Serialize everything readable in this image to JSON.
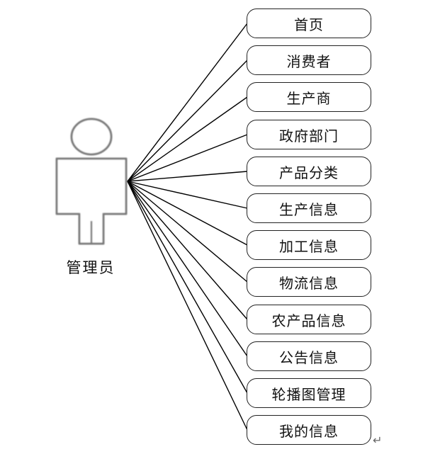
{
  "actor": {
    "label": "管理员"
  },
  "use_cases": [
    {
      "label": "首页"
    },
    {
      "label": "消费者"
    },
    {
      "label": "生产商"
    },
    {
      "label": "政府部门"
    },
    {
      "label": "产品分类"
    },
    {
      "label": "生产信息"
    },
    {
      "label": "加工信息"
    },
    {
      "label": "物流信息"
    },
    {
      "label": "农产品信息"
    },
    {
      "label": "公告信息"
    },
    {
      "label": "轮播图管理"
    },
    {
      "label": "我的信息"
    }
  ],
  "colors": {
    "line": "#000000",
    "box_border": "#222222",
    "actor_stroke": "#7a7a7a"
  },
  "icons": {
    "paragraph_mark": "↵"
  }
}
